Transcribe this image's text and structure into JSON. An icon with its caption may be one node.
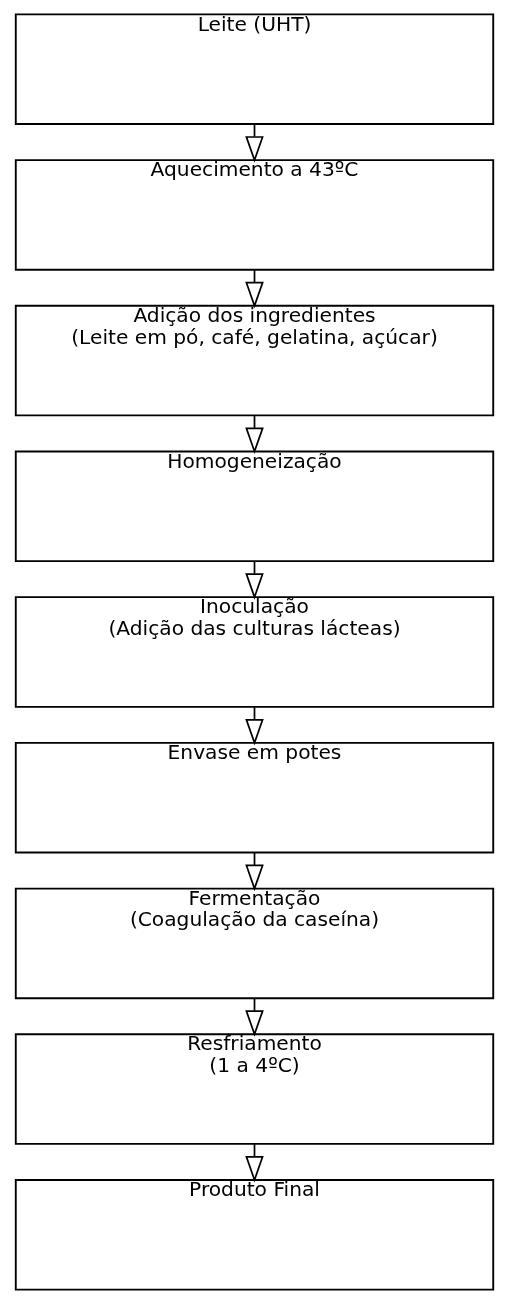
{
  "diagram": {
    "nodes": [
      {
        "text": [
          "Leite (UHT)"
        ]
      },
      {
        "text": [
          "Aquecimento a 43ºC"
        ]
      },
      {
        "text": [
          "Adição dos ingredientes",
          "(Leite em pó, café, gelatina, açúcar)"
        ]
      },
      {
        "text": [
          "Homogeneização"
        ]
      },
      {
        "text": [
          "Inoculação",
          "(Adição das culturas lácteas)"
        ]
      },
      {
        "text": [
          "Envase em potes"
        ]
      },
      {
        "text": [
          "Fermentação",
          "(Coagulação da caseína)"
        ]
      },
      {
        "text": [
          "Resfriamento",
          "(1 a 4ºC)"
        ]
      },
      {
        "text": [
          "Produto Final"
        ]
      }
    ],
    "edges": [
      {
        "from": 0,
        "to": 1,
        "arrow": "to"
      },
      {
        "from": 1,
        "to": 2,
        "arrow": "to"
      },
      {
        "from": 2,
        "to": 3,
        "arrow": "to"
      },
      {
        "from": 3,
        "to": 4,
        "arrow": "to"
      },
      {
        "from": 4,
        "to": 5,
        "arrow": "to"
      },
      {
        "from": 5,
        "to": 6,
        "arrow": "to"
      },
      {
        "from": 6,
        "to": 7,
        "arrow": "to"
      },
      {
        "from": 7,
        "to": 8,
        "arrow": "to"
      }
    ]
  }
}
